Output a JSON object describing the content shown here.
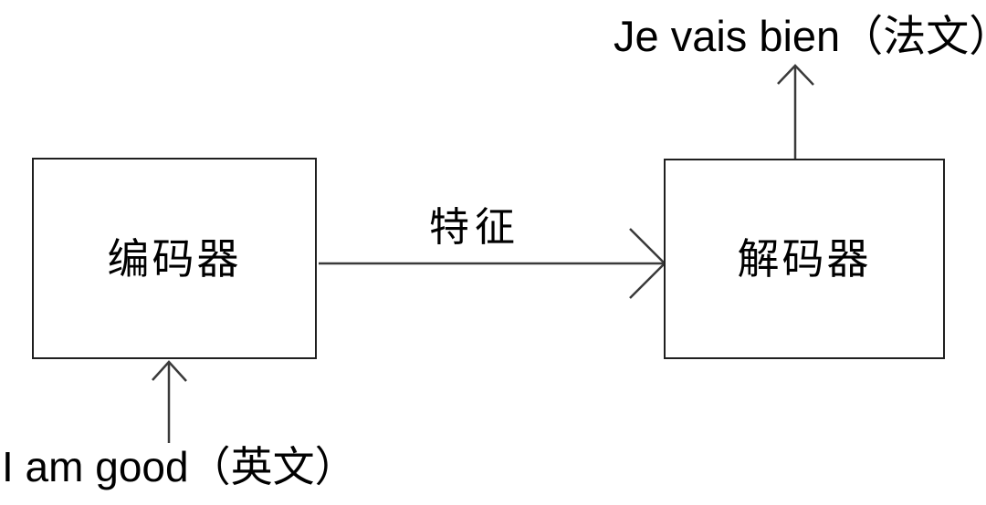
{
  "diagram": {
    "encoder": {
      "label": "编码器"
    },
    "decoder": {
      "label": "解码器"
    },
    "feature_arrow": {
      "label": "特征"
    },
    "input": {
      "label": "I am good（英文）"
    },
    "output": {
      "label": "Je vais bien（法文）"
    },
    "colors": {
      "line": "#3a3a3a",
      "text": "#000000",
      "background": "#ffffff"
    }
  }
}
